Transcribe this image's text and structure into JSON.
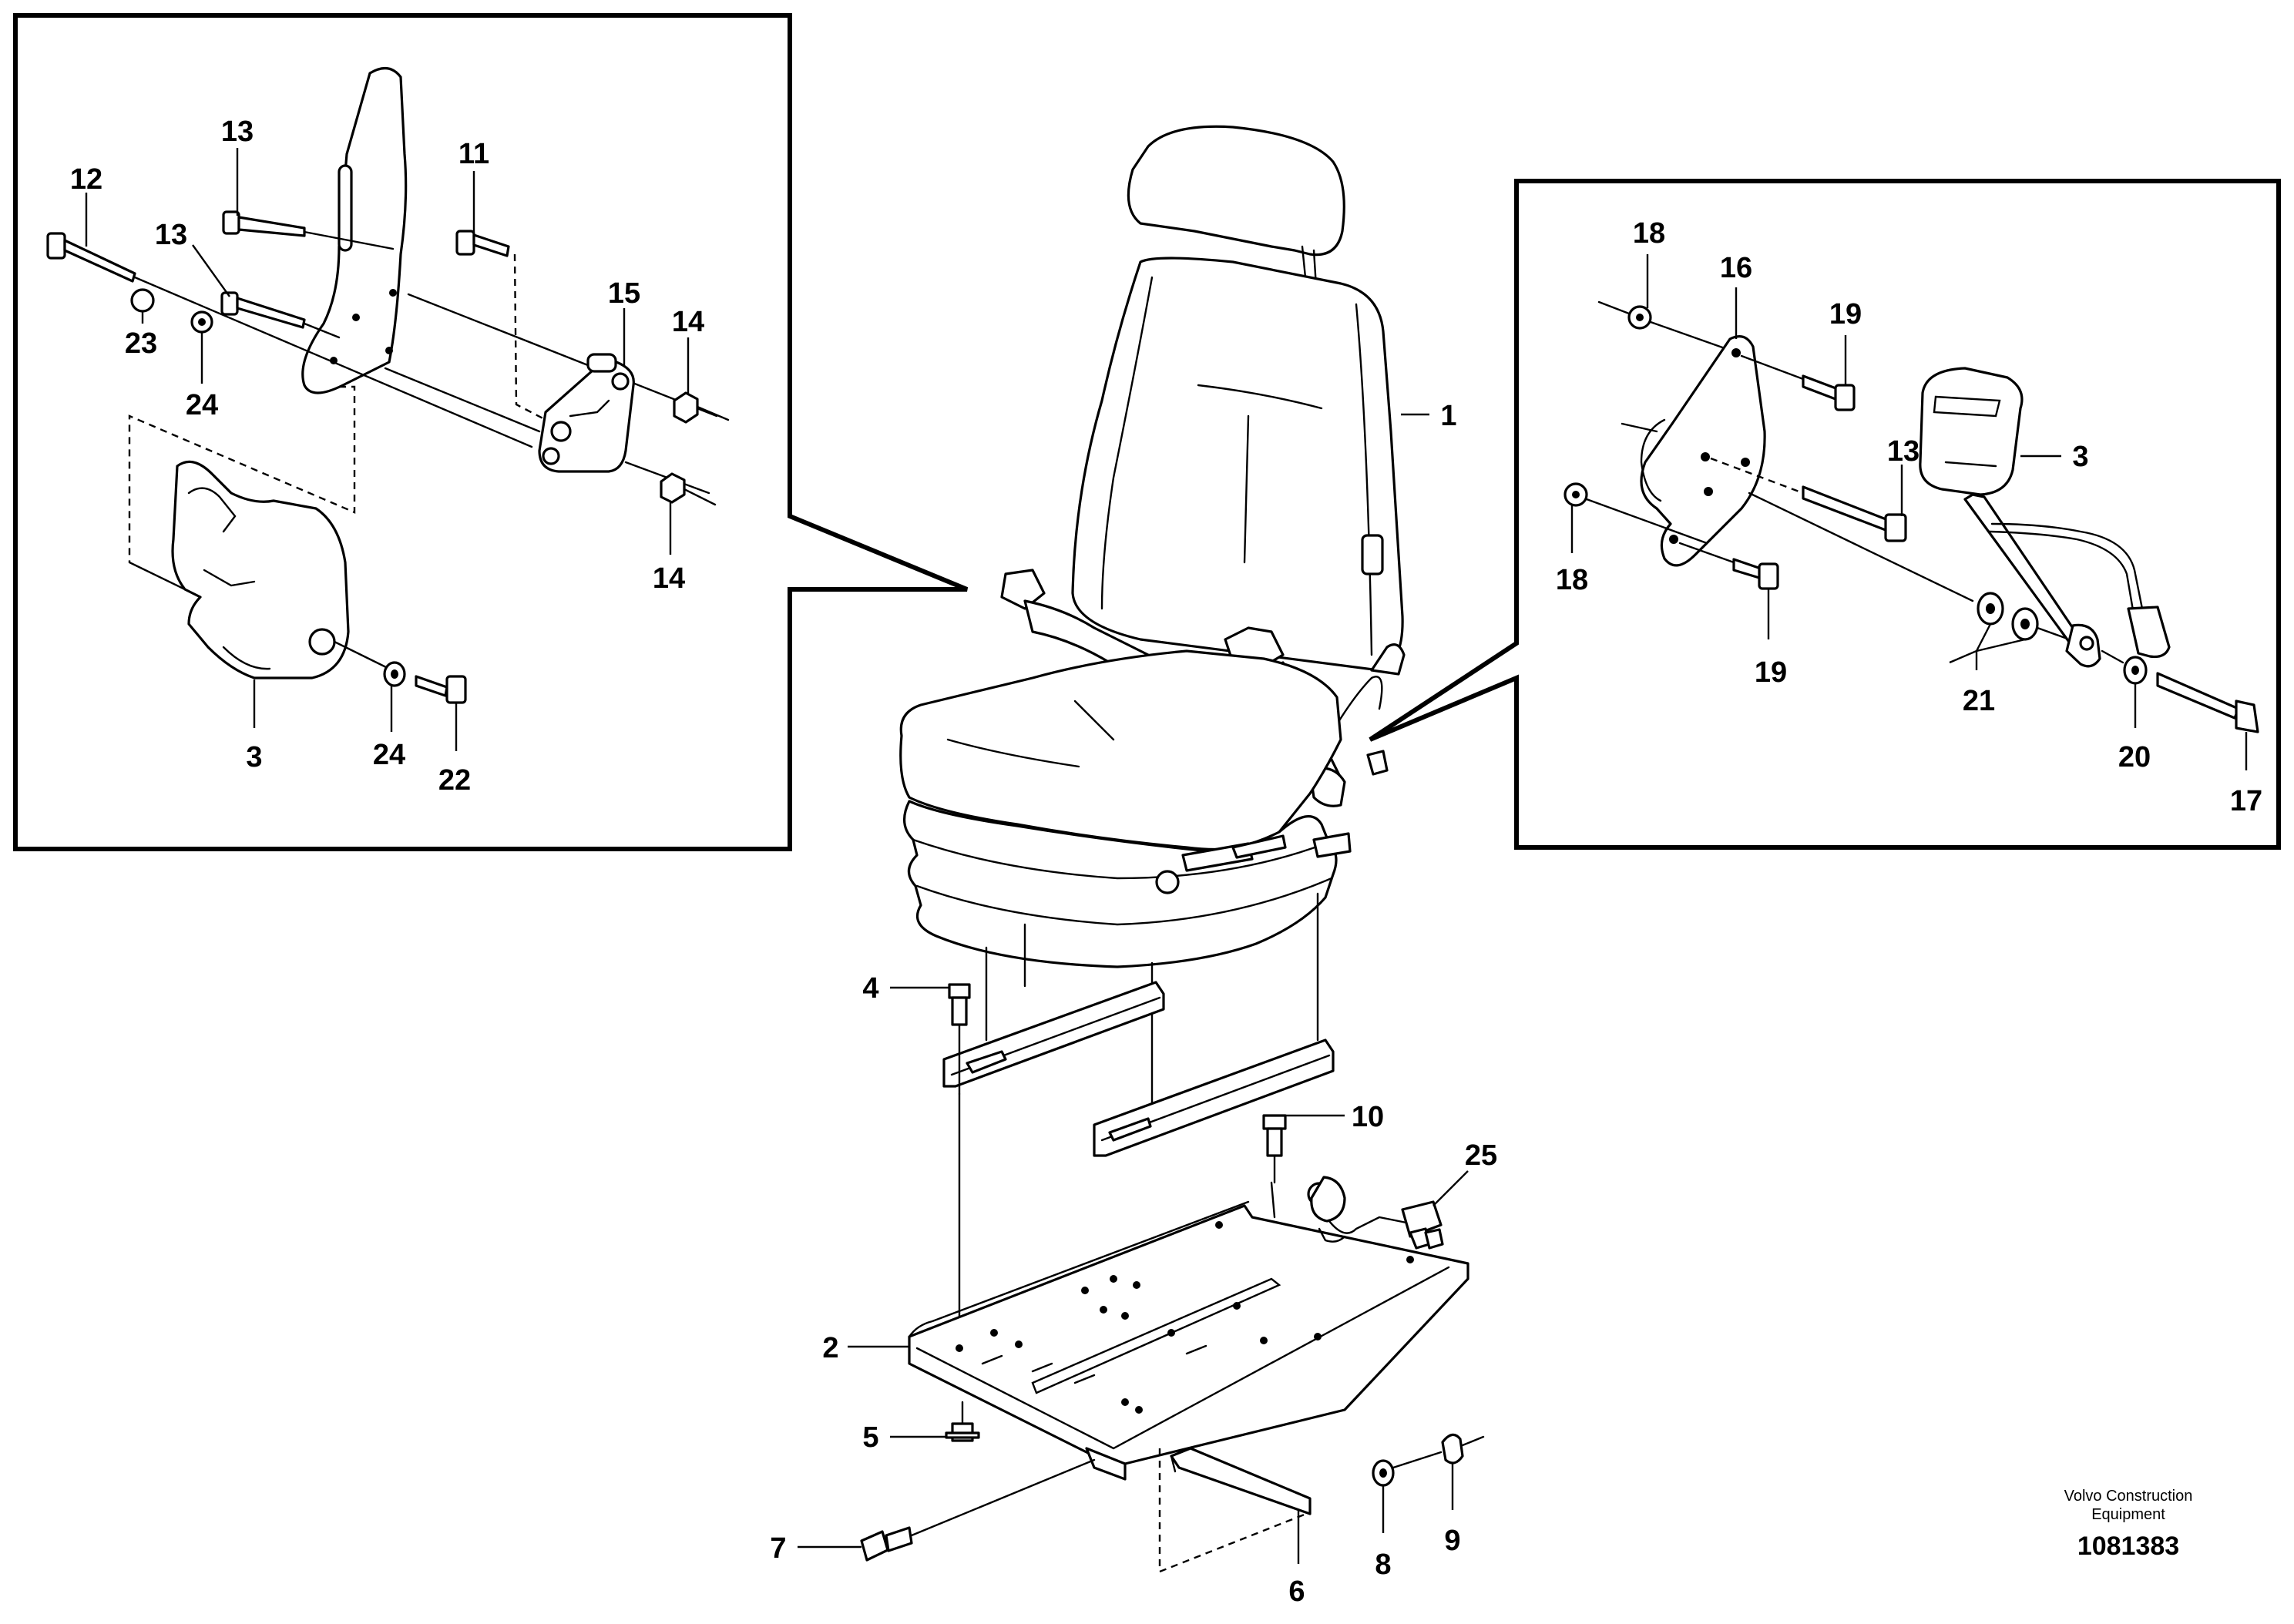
{
  "labels": {
    "main": {
      "seat": "1",
      "frame": "2",
      "screw_4": "4",
      "nut_5": "5",
      "bracket_6": "6",
      "screw_7": "7",
      "washer_8": "8",
      "nut_9": "9",
      "screw_10": "10",
      "harness_25": "25"
    },
    "left_detail": {
      "screw_12": "12",
      "screw_13_top": "13",
      "screw_13_mid": "13",
      "screw_11": "11",
      "bracket_15": "15",
      "nut_14_top": "14",
      "nut_14_bottom": "14",
      "nut_23": "23",
      "washer_24_top": "24",
      "buckle_3": "3",
      "washer_24_bottom": "24",
      "screw_22": "22"
    },
    "right_detail": {
      "washer_18_top": "18",
      "plate_16": "16",
      "screw_19_top": "19",
      "screw_13": "13",
      "belt_3": "3",
      "washer_18_bottom": "18",
      "screw_19_bottom": "19",
      "washers_21": "21",
      "washer_20": "20",
      "screw_17": "17"
    }
  },
  "footer": {
    "maker_line1": "Volvo Construction",
    "maker_line2": "Equipment",
    "doc_number": "1081383"
  }
}
